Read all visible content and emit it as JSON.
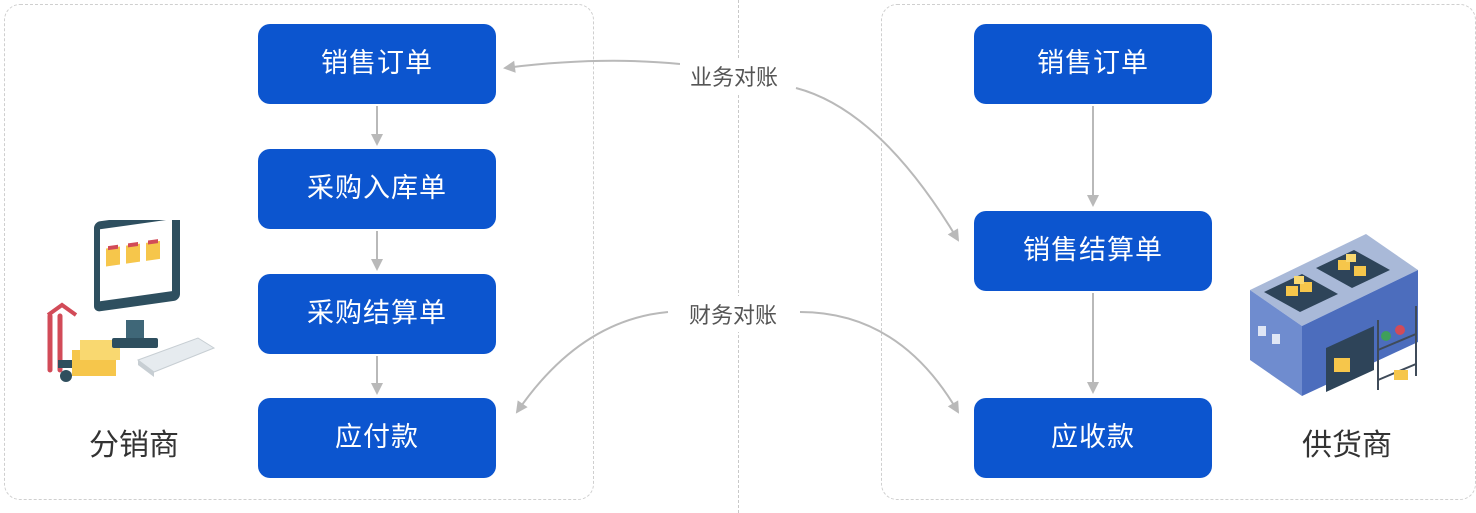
{
  "left_party": {
    "label": "分销商",
    "steps": [
      "销售订单",
      "采购入库单",
      "采购结算单",
      "应付款"
    ]
  },
  "right_party": {
    "label": "供货商",
    "steps": [
      "销售订单",
      "销售结算单",
      "应收款"
    ]
  },
  "relations": {
    "business": "业务对账",
    "finance": "财务对账"
  },
  "colors": {
    "box": "#0c55cf",
    "box_text": "#ffffff",
    "arrow": "#b9b9b9",
    "border": "#cfcfcf"
  }
}
